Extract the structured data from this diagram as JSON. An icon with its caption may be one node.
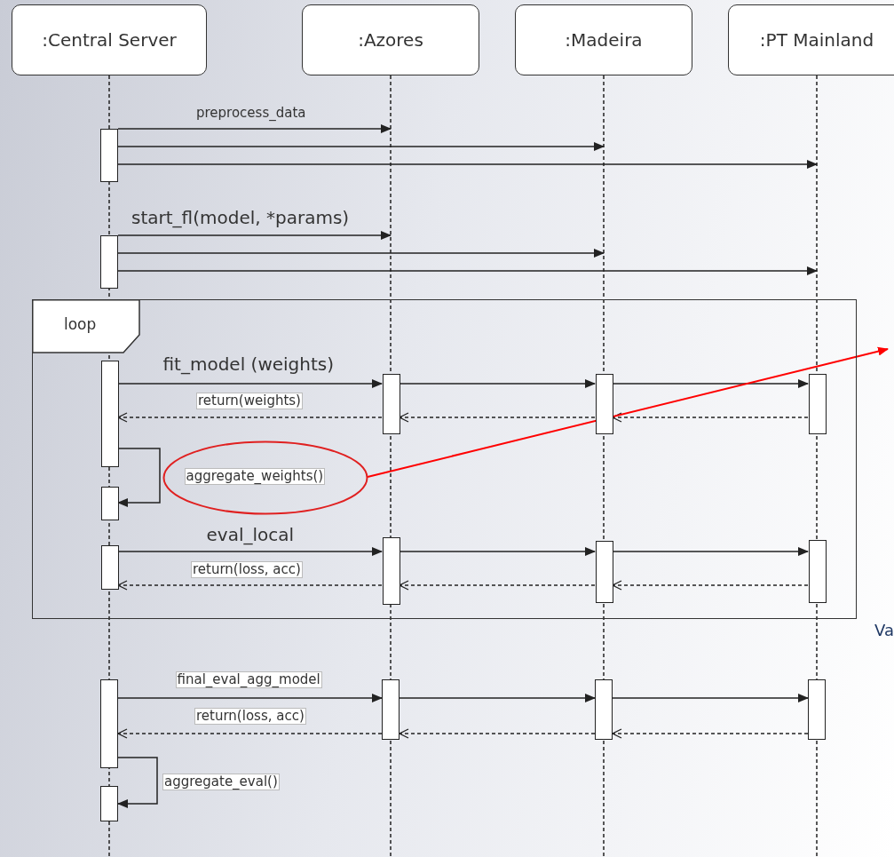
{
  "diagram": {
    "nodes": [
      {
        "text": [
          ":Central Server"
        ]
      },
      {
        "text": [
          ":Azores"
        ]
      },
      {
        "text": [
          ":Madeira"
        ]
      },
      {
        "text": [
          ":PT Mainland"
        ]
      },
      {
        "text": [
          "loop"
        ]
      },
      {
        "text": [],
        "shape": "bar"
      },
      {
        "text": [],
        "shape": "bar"
      },
      {
        "text": [],
        "shape": "bar",
        "in": 4
      },
      {
        "text": [],
        "shape": "bar",
        "in": 4
      },
      {
        "text": [],
        "shape": "bar",
        "in": 4
      },
      {
        "text": [],
        "shape": "bar",
        "in": 4
      },
      {
        "text": [],
        "shape": "bar",
        "in": 4
      },
      {
        "text": [],
        "shape": "ellipse",
        "in": 4
      },
      {
        "text": [],
        "shape": "bar",
        "in": 4
      },
      {
        "text": [],
        "shape": "bar",
        "in": 4
      },
      {
        "text": [],
        "shape": "bar",
        "in": 4
      },
      {
        "text": [],
        "shape": "bar",
        "in": 4
      },
      {
        "text": [],
        "shape": "bar"
      },
      {
        "text": [],
        "shape": "bar"
      },
      {
        "text": [],
        "shape": "bar"
      },
      {
        "text": [],
        "shape": "bar"
      },
      {
        "text": [],
        "shape": "bar"
      }
    ],
    "edges": [
      {
        "from": 0,
        "to": null,
        "arrow": "none",
        "style": "dashed"
      },
      {
        "from": 1,
        "to": null,
        "arrow": "none",
        "style": "dashed"
      },
      {
        "from": 2,
        "to": null,
        "arrow": "none",
        "style": "dashed"
      },
      {
        "from": 3,
        "to": null,
        "arrow": "none",
        "style": "dashed"
      },
      {
        "from": 5,
        "to": null,
        "arrow": "to",
        "label": "preprocess_data"
      },
      {
        "from": 5,
        "to": null,
        "arrow": "to"
      },
      {
        "from": 5,
        "to": null,
        "arrow": "to"
      },
      {
        "from": 6,
        "to": null,
        "arrow": "to",
        "label": "start_fl(model, *params)"
      },
      {
        "from": 6,
        "to": null,
        "arrow": "to"
      },
      {
        "from": 6,
        "to": null,
        "arrow": "to"
      },
      {
        "from": 7,
        "to": 8,
        "arrow": "to",
        "label": "fit_model (weights)"
      },
      {
        "from": 8,
        "to": 9,
        "arrow": "to"
      },
      {
        "from": 9,
        "to": 10,
        "arrow": "to"
      },
      {
        "from": 10,
        "to": 9,
        "arrow": "to",
        "style": "dashed"
      },
      {
        "from": 9,
        "to": 8,
        "arrow": "to",
        "style": "dashed"
      },
      {
        "from": 8,
        "to": 7,
        "arrow": "to",
        "style": "dashed",
        "label": "return(weights)"
      },
      {
        "from": 7,
        "to": 11,
        "arrow": "to",
        "label": "aggregate_weights()"
      },
      {
        "from": 12,
        "to": null,
        "arrow": "to",
        "color": "#ff0000"
      },
      {
        "from": 13,
        "to": 14,
        "arrow": "to",
        "label": "eval_local"
      },
      {
        "from": 14,
        "to": 15,
        "arrow": "to"
      },
      {
        "from": 15,
        "to": 16,
        "arrow": "to"
      },
      {
        "from": 16,
        "to": 15,
        "arrow": "to",
        "style": "dashed"
      },
      {
        "from": 15,
        "to": 14,
        "arrow": "to",
        "style": "dashed"
      },
      {
        "from": 14,
        "to": 13,
        "arrow": "to",
        "style": "dashed",
        "label": "return(loss, acc)"
      },
      {
        "from": 17,
        "to": 18,
        "arrow": "to",
        "label": "final_eval_agg_model"
      },
      {
        "from": 18,
        "to": 19,
        "arrow": "to"
      },
      {
        "from": 19,
        "to": 20,
        "arrow": "to"
      },
      {
        "from": 20,
        "to": 19,
        "arrow": "to",
        "style": "dashed"
      },
      {
        "from": 19,
        "to": 18,
        "arrow": "to",
        "style": "dashed"
      },
      {
        "from": 18,
        "to": 17,
        "arrow": "to",
        "style": "dashed",
        "label": "return(loss, acc)"
      },
      {
        "from": 17,
        "to": 21,
        "arrow": "to",
        "label": "aggregate_eval()"
      }
    ],
    "labels": [
      "Va"
    ]
  }
}
